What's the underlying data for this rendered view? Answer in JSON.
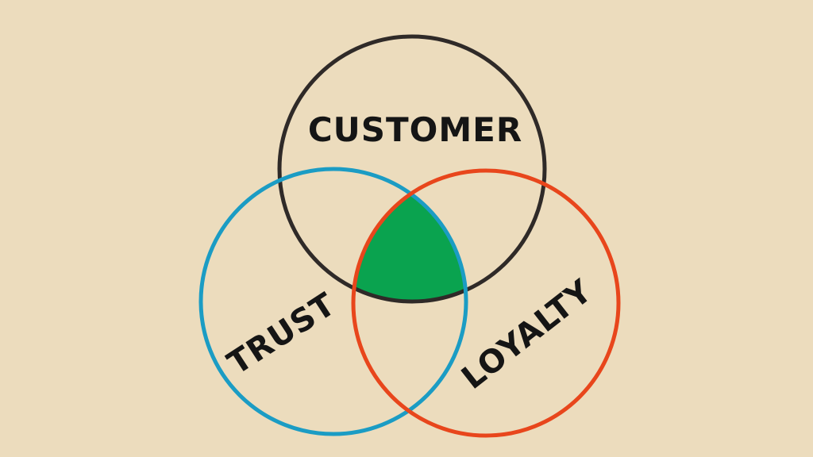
{
  "background_color": "#ecdcbd",
  "diagram": {
    "type": "venn",
    "sets": [
      {
        "key": "customer",
        "label": "CUSTOMER",
        "stroke_color": "#2f2a28"
      },
      {
        "key": "trust",
        "label": "TRUST",
        "stroke_color": "#1b9cc4"
      },
      {
        "key": "loyalty",
        "label": "LOYALTY",
        "stroke_color": "#e8461c"
      }
    ],
    "intersection": {
      "sets": [
        "customer",
        "trust",
        "loyalty"
      ],
      "fill_color": "#0aa34f"
    }
  }
}
